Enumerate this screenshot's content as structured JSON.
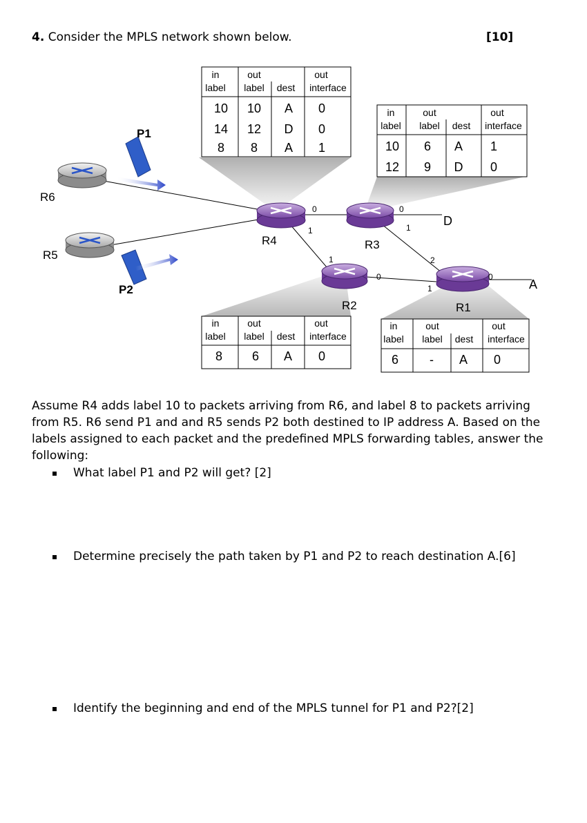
{
  "question": {
    "number": "4.",
    "title": "Consider the MPLS network shown below.",
    "marks": "[10]"
  },
  "diagram": {
    "routers": {
      "r6": "R6",
      "r5": "R5",
      "r4": "R4",
      "r3": "R3",
      "r2": "R2",
      "r1": "R1"
    },
    "packets": {
      "p1": "P1",
      "p2": "P2"
    },
    "destinations": {
      "d": "D",
      "a": "A"
    },
    "interfaces": {
      "r4_0": "0",
      "r4_1": "1",
      "r3_0": "0",
      "r3_1": "1",
      "r2_1": "1",
      "r2_0": "0",
      "r1_2": "2",
      "r1_1": "1",
      "r1_0": "0"
    },
    "table_headers": {
      "in": "in",
      "label": "label",
      "out": "out",
      "dest": "dest",
      "interface": "interface"
    },
    "tables": {
      "r4": [
        [
          "10",
          "10",
          "A",
          "0"
        ],
        [
          "14",
          "12",
          "D",
          "0"
        ],
        [
          "8",
          "8",
          "A",
          "1"
        ]
      ],
      "r3": [
        [
          "10",
          "6",
          "A",
          "1"
        ],
        [
          "12",
          "9",
          "D",
          "0"
        ]
      ],
      "r2": [
        [
          "8",
          "6",
          "A",
          "0"
        ]
      ],
      "r1": [
        [
          "6",
          "-",
          "A",
          "0"
        ]
      ]
    }
  },
  "paragraph": "Assume R4 adds label 10 to packets arriving from R6, and label 8 to packets arriving from R5. R6 send P1 and and R5 sends P2 both destined to IP address A. Based on the labels assigned to each packet and the predefined MPLS forwarding tables, answer the following:",
  "bullets": [
    "What label P1 and P2 will get? [2]",
    "Determine precisely the path taken by P1 and P2 to reach destination A.[6]",
    "Identify the beginning and end of the MPLS tunnel for P1 and P2?[2]"
  ]
}
